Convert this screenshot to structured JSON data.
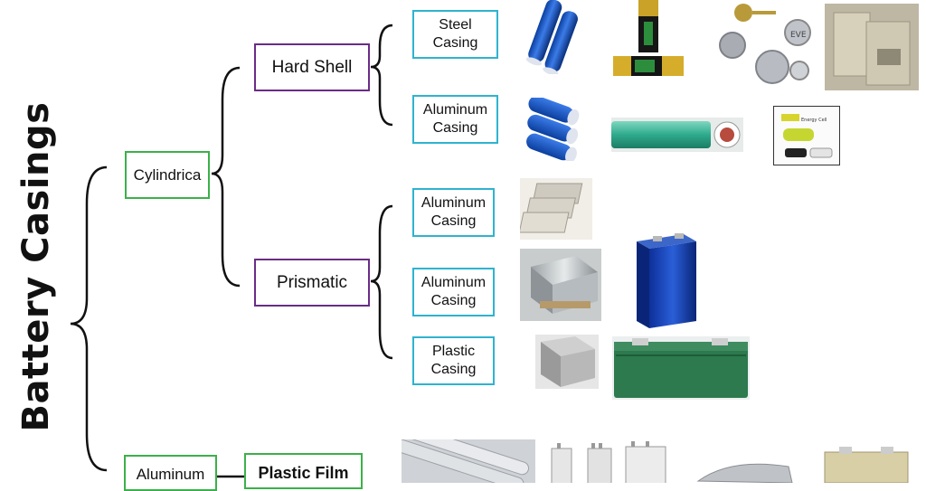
{
  "title": "Battery Casings",
  "nodes": {
    "cylindrical": "Cylindrica",
    "hard_shell": "Hard Shell",
    "prismatic": "Prismatic",
    "aluminum_bottom": "Aluminum",
    "plastic_film": "Plastic Film",
    "steel_casing": "Steel\nCasing",
    "aluminum_casing_1": "Aluminum\nCasing",
    "aluminum_casing_2": "Aluminum\nCasing",
    "aluminum_casing_3": "Aluminum\nCasing",
    "plastic_casing": "Plastic\nCasing"
  },
  "photo_labels": {
    "eve_cell": "EVE",
    "pack_label": "Energy Cell"
  },
  "colors": {
    "green_border": "#3cb04a",
    "purple_border": "#6a2c86",
    "teal_border": "#2fb3cf",
    "bracket": "#111111"
  }
}
